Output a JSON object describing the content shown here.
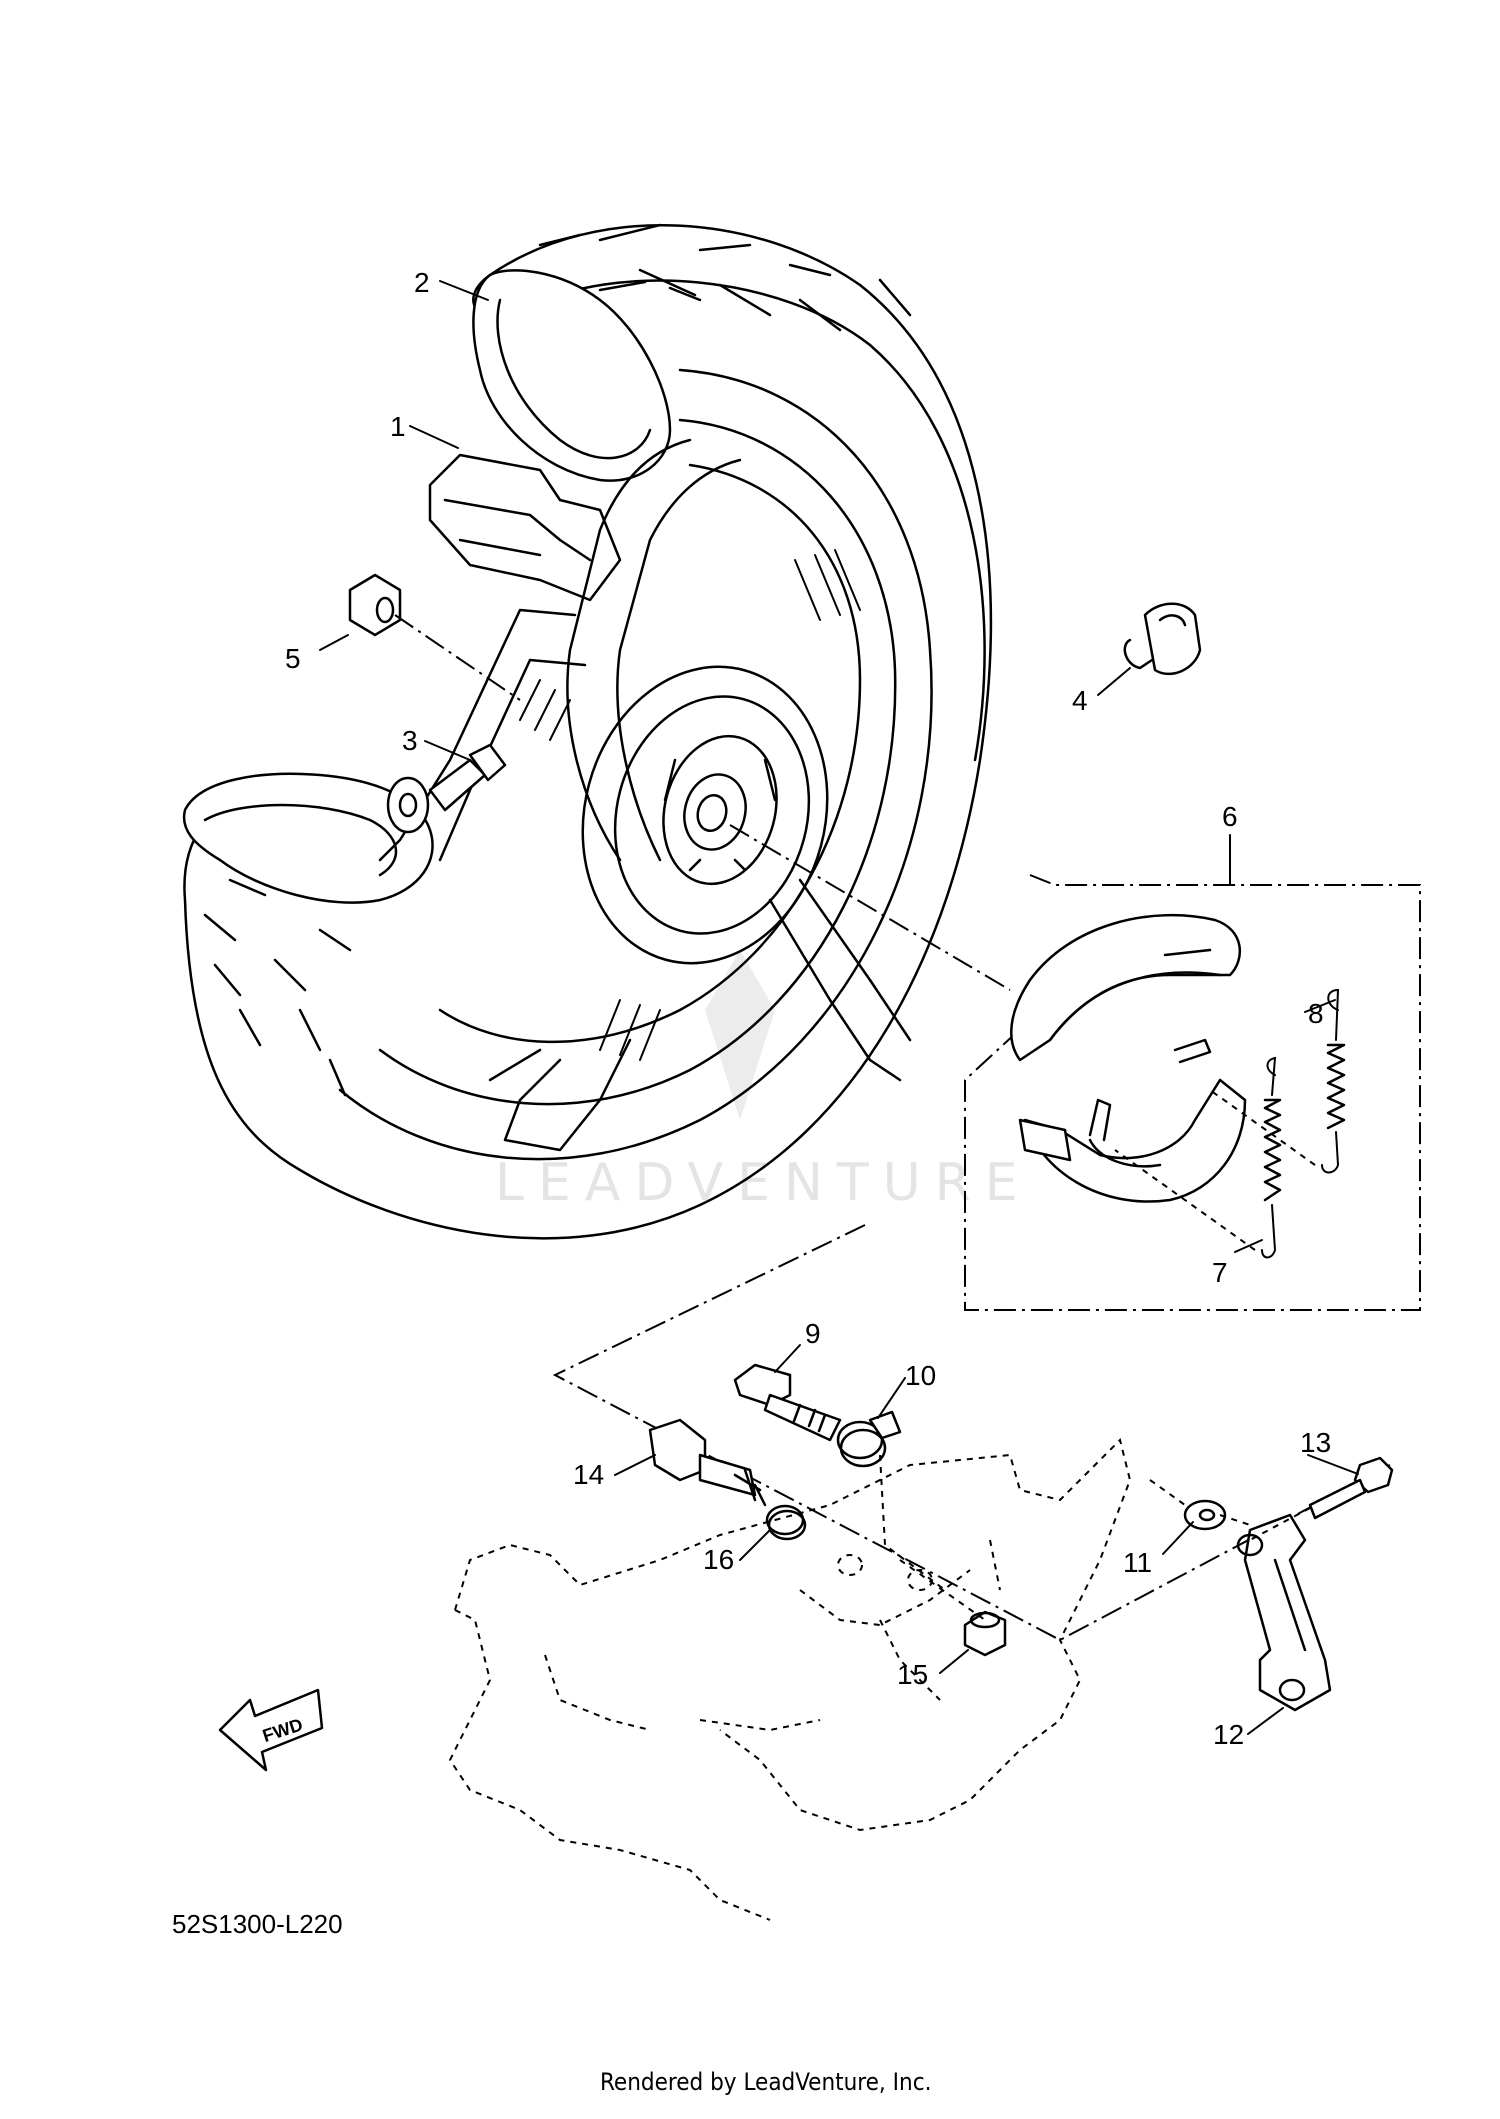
{
  "diagram": {
    "callouts": [
      "1",
      "2",
      "3",
      "4",
      "5",
      "6",
      "7",
      "8",
      "9",
      "10",
      "11",
      "12",
      "13",
      "14",
      "15",
      "16"
    ],
    "fwd_label": "FWD",
    "diagram_code": "52S1300-L220",
    "watermark": "LEADVENTURE",
    "footer": "Rendered by LeadVenture, Inc."
  }
}
